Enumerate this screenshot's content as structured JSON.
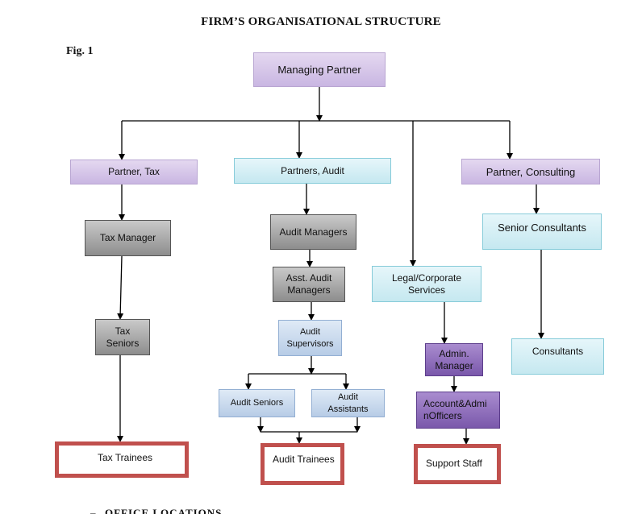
{
  "title": "FIRM’S ORGANISATIONAL STRUCTURE",
  "figure_label": "Fig. 1",
  "footer_heading": "OFFICE LOCATIONS",
  "footer_bullet": "–",
  "nodes": {
    "managing_partner": "Managing Partner",
    "partner_tax": "Partner, Tax",
    "partners_audit": "Partners, Audit",
    "partner_consulting": "Partner, Consulting",
    "tax_manager": "Tax Manager",
    "audit_managers": "Audit Managers",
    "senior_consultants": "Senior Consultants",
    "asst_audit_managers": "Asst. Audit Managers",
    "legal_corporate": "Legal/Corporate Services",
    "tax_seniors": "Tax Seniors",
    "audit_supervisors": "Audit Supervisors",
    "admin_manager": "Admin. Manager",
    "consultants": "Consultants",
    "audit_seniors": "Audit Seniors",
    "audit_assistants": "Audit Assistants",
    "account_admin_officers": "Account&Admi nOfficers",
    "tax_trainees": "Tax Trainees",
    "audit_trainees": "Audit Trainees",
    "support_staff": "Support Staff"
  },
  "colors": {
    "partner_fill": "#c9b6e2",
    "services_fill": "#c5e8f0",
    "manager_fill": "#8d8d8d",
    "staff_fill": "#b7cce6",
    "admin_fill": "#7a58ab",
    "trainee_border": "#c0504d"
  }
}
